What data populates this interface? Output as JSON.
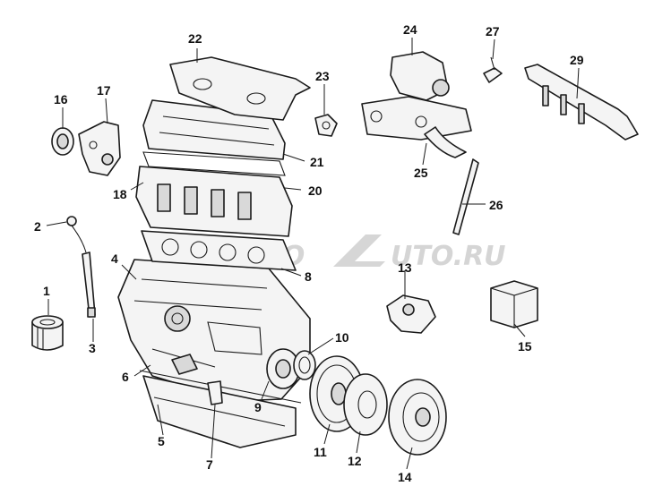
{
  "watermark": {
    "left": "AUTO",
    "right": "UTO.RU"
  },
  "callouts": {
    "p1": "1",
    "p2": "2",
    "p3": "3",
    "p4": "4",
    "p5": "5",
    "p6": "6",
    "p7": "7",
    "p8": "8",
    "p9": "9",
    "p10": "10",
    "p11": "11",
    "p12": "12",
    "p13": "13",
    "p14": "14",
    "p15": "15",
    "p16": "16",
    "p17": "17",
    "p18": "18",
    "p20": "20",
    "p21": "21",
    "p22": "22",
    "p23": "23",
    "p24": "24",
    "p25": "25",
    "p26": "26",
    "p27": "27",
    "p29": "29"
  }
}
